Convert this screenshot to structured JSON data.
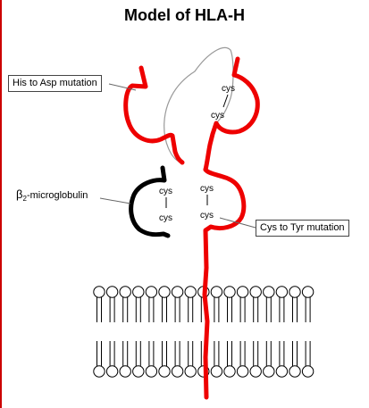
{
  "title": "Model of HLA-H",
  "callouts": {
    "his_asp": "His to Asp mutation",
    "cys_tyr": "Cys to Tyr mutation"
  },
  "beta2": {
    "symbol": "β",
    "subscript": "2",
    "rest": "-microglobulin"
  },
  "cys_label": "cys",
  "colors": {
    "protein": "#ee0000",
    "beta2_microglobulin": "#000000",
    "page_edge": "#cc0000"
  }
}
